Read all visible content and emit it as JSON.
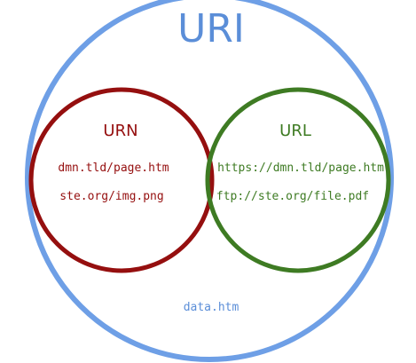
{
  "diagram": {
    "title": "URI",
    "colors": {
      "outer": "#6e9fe6",
      "urn": "#950f0f",
      "url": "#3e7b23",
      "outer_text": "#5b8ed8"
    },
    "sets": [
      {
        "id": "urn",
        "label": "URN",
        "items": [
          "dmn.tld/page.htm",
          "ste.org/img.png"
        ]
      },
      {
        "id": "url",
        "label": "URL",
        "items": [
          "https://dmn.tld/page.htm",
          "ftp://ste.org/file.pdf"
        ]
      }
    ],
    "outer_items": [
      "data.htm"
    ]
  }
}
